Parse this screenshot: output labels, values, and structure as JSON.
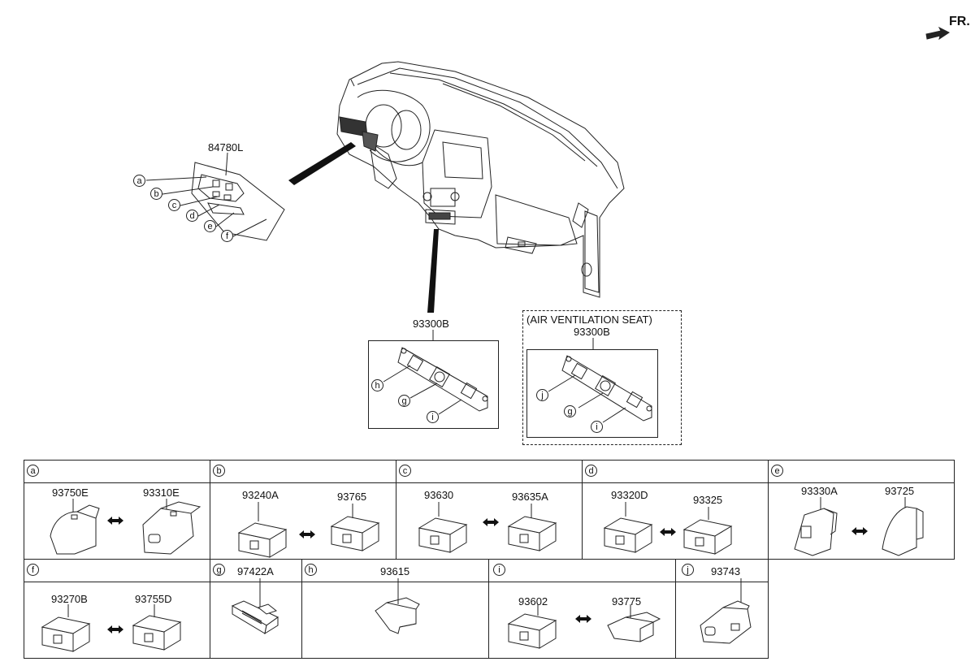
{
  "orientation": {
    "fr_label": "FR."
  },
  "overview": {
    "cluster_part": "84780L",
    "cluster_callouts": [
      "a",
      "b",
      "c",
      "d",
      "e",
      "f"
    ],
    "center_panel": {
      "part": "93300B",
      "callouts": [
        "h",
        "g",
        "i"
      ]
    },
    "vent_panel": {
      "title": "(AIR VENTILATION SEAT)",
      "part": "93300B",
      "callouts": [
        "j",
        "g",
        "i"
      ]
    }
  },
  "legend": {
    "row1": [
      {
        "letter": "a",
        "parts": [
          "93750E",
          "93310E"
        ]
      },
      {
        "letter": "b",
        "parts": [
          "93240A",
          "93765"
        ]
      },
      {
        "letter": "c",
        "parts": [
          "93630",
          "93635A"
        ]
      },
      {
        "letter": "d",
        "parts": [
          "93320D",
          "93325"
        ]
      },
      {
        "letter": "e",
        "parts": [
          "93330A",
          "93725"
        ]
      }
    ],
    "row2": [
      {
        "letter": "f",
        "parts": [
          "93270B",
          "93755D"
        ]
      },
      {
        "letter": "g",
        "parts": [
          "97422A"
        ]
      },
      {
        "letter": "h",
        "parts": [
          "93615"
        ]
      },
      {
        "letter": "i",
        "parts": [
          "93602",
          "93775"
        ]
      },
      {
        "letter": "j",
        "parts": [
          "93743"
        ]
      }
    ]
  }
}
